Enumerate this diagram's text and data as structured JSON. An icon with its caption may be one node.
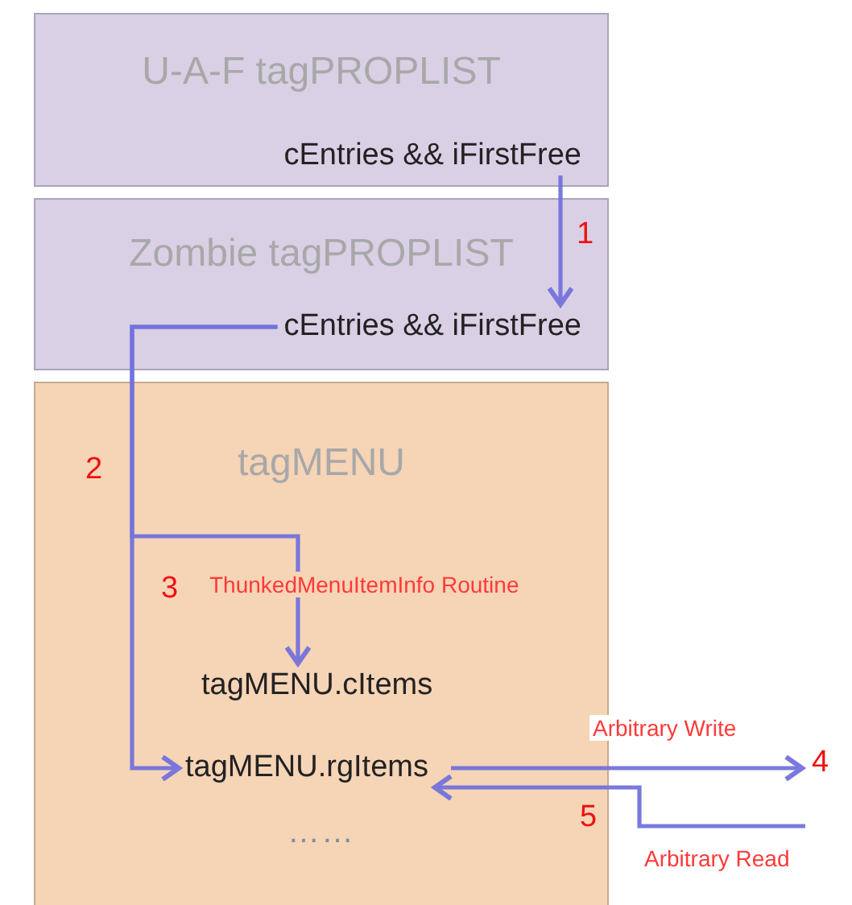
{
  "diagram": {
    "nodes": [
      {
        "text": [
          "U-A-F tagPROPLIST"
        ]
      },
      {
        "text": [
          "cEntries && iFirstFree"
        ],
        "in": 0
      },
      {
        "text": [
          "Zombie tagPROPLIST"
        ]
      },
      {
        "text": [
          "cEntries && iFirstFree"
        ],
        "in": 2
      },
      {
        "text": [
          "tagMENU",
          "……"
        ]
      },
      {
        "text": [
          "tagMENU.cItems"
        ],
        "in": 4
      },
      {
        "text": [
          "tagMENU.rgItems"
        ],
        "in": 4
      },
      {
        "text": [
          "4"
        ]
      }
    ],
    "edges": [
      {
        "from": 1,
        "to": 3,
        "arrow": "to"
      },
      {
        "from": 3,
        "to": 6,
        "arrow": "to"
      },
      {
        "from": 3,
        "to": 5,
        "arrow": "to",
        "label": "ThunkedMenuItemInfo Routine"
      },
      {
        "from": 6,
        "to": 7,
        "arrow": "to",
        "label": "Arbitrary Write"
      },
      {
        "from": null,
        "to": 6,
        "arrow": "to",
        "label": "Arbitrary Read"
      }
    ],
    "labels": [
      "1",
      "2",
      "3",
      "5"
    ]
  }
}
